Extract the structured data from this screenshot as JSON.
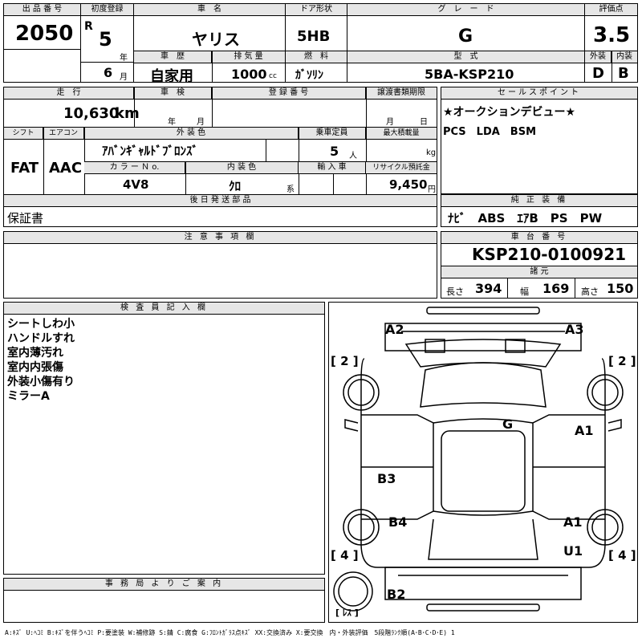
{
  "header": {
    "lot_no_label": "出 品 番 号",
    "lot_no": "2050",
    "first_reg_label": "初度登録",
    "era": "R",
    "year": "5",
    "year_unit": "年",
    "month": "6",
    "month_unit": "月",
    "car_name_label": "車　名",
    "car_name": "ヤリス",
    "door_label": "ドア形状",
    "door": "5HB",
    "grade_label": "グ　レ　ー　ド",
    "grade": "G",
    "score_label": "評価点",
    "score": "3.5",
    "history_label": "車　歴",
    "history": "自家用",
    "displacement_label": "排 気 量",
    "displacement": "1000",
    "displacement_unit": "cc",
    "fuel_label": "燃　料",
    "fuel": "ｶﾞｿﾘﾝ",
    "model_label": "型　式",
    "model": "5BA-KSP210",
    "exterior_label": "外装",
    "exterior": "D",
    "interior_label": "内装",
    "interior": "B"
  },
  "info": {
    "mileage_label": "走　行",
    "mileage": "10,630",
    "mileage_unit": "km",
    "inspection_label": "車　検",
    "insp_year_unit": "年",
    "insp_month_unit": "月",
    "reg_no_label": "登 録 番 号",
    "transfer_label": "譲渡書類期限",
    "transfer_month_unit": "月",
    "transfer_day_unit": "日",
    "shift_label": "シフト",
    "shift": "FAT",
    "ac_label": "エアコン",
    "ac": "AAC",
    "ext_color_label": "外 装 色",
    "ext_color": "ｱﾊﾞﾝｷﾞｬﾙﾄﾞﾌﾞﾛﾝｽﾞ",
    "capacity_label": "乗車定員",
    "capacity": "5",
    "capacity_unit": "人",
    "max_load_label": "最大積載量",
    "max_load_unit": "kg",
    "color_no_label": "カ ラ ー Ｎ o.",
    "color_no": "4V8",
    "int_color_label": "内 装 色",
    "int_color": "ｸﾛ",
    "int_color_unit": "系",
    "import_label": "輸 入 車",
    "recycle_label": "リサイクル預託金",
    "recycle": "9,450",
    "recycle_unit": "円",
    "later_parts_label": "後 日 発 送 部 品",
    "later_parts": "保証書"
  },
  "sales_point": {
    "label": "セールスポイント",
    "line1": "★オークションデビュー★",
    "line2": "PCS　LDA　BSM"
  },
  "equipment": {
    "label": "純 正 装 備",
    "value": "ﾅﾋﾞ　ABS　ｴｱB　PS　PW"
  },
  "chassis": {
    "label": "車 台 番 号",
    "value": "KSP210-0100921",
    "dims_label": "諸 元",
    "length_label": "長さ",
    "length": "394",
    "width_label": "幅",
    "width": "169",
    "height_label": "高さ",
    "height": "150"
  },
  "notes": {
    "label": "注 意 事 項 欄"
  },
  "inspector": {
    "label": "検 査 員 記 入 欄",
    "lines": [
      "シートしわ小",
      "ハンドルすれ",
      "室内薄汚れ",
      "室内内張傷",
      "外装小傷有り",
      "ミラーA"
    ]
  },
  "office": {
    "label": "事 務 局 よ り ご 案 内"
  },
  "diagram": {
    "marks": {
      "a2": "A2",
      "a3": "A3",
      "g": "G",
      "a1_top": "A1",
      "b3": "B3",
      "b4": "B4",
      "a1_bottom": "A1",
      "u1": "U1",
      "b2": "B2"
    },
    "tread": {
      "fl": "2",
      "fr": "2",
      "rl": "4",
      "rr": "4",
      "spare": "ﾚｽ"
    }
  },
  "legend": "A:ｷｽﾞ U:ﾍｺﾐ B:ｷｽﾞを伴うﾍｺﾐ P:要塗装 W:補修跡 S:錆 C:腐食 G:ﾌﾛﾝﾄｶﾞﾗｽ点ｷｽﾞ XX:交換済み X:要交換　内・外装評価　5段階ﾗﾝｸ順(A･B･C･D･E) 1"
}
